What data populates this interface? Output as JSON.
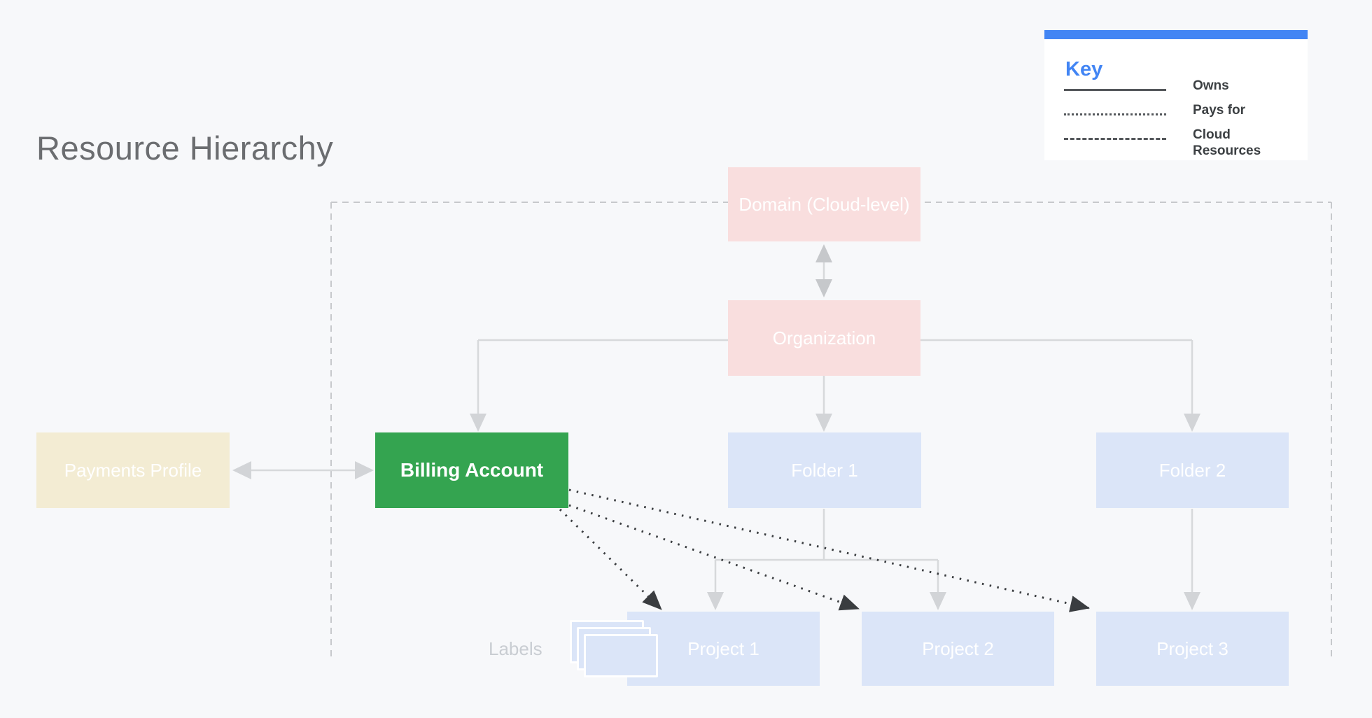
{
  "title": "Resource Hierarchy",
  "key": {
    "title": "Key",
    "items": [
      {
        "style": "solid",
        "label": "Owns"
      },
      {
        "style": "dotted",
        "label": "Pays for"
      },
      {
        "style": "dashed",
        "label": "Cloud Resources"
      }
    ]
  },
  "nodes": {
    "domain": "Domain (Cloud-level)",
    "organization": "Organization",
    "payments_profile": "Payments Profile",
    "billing_account": "Billing Account",
    "folder1": "Folder 1",
    "folder2": "Folder 2",
    "project1": "Project 1",
    "project2": "Project 2",
    "project3": "Project 3"
  },
  "labels_caption": "Labels",
  "colors": {
    "background": "#f7f8fa",
    "accent_blue": "#4285f4",
    "node_pink": "#f9dede",
    "node_cream": "#f3ecd3",
    "node_green": "#34a450",
    "node_blue": "#dbe5f8",
    "connector_gray": "#d7d9db",
    "dashed_boundary_gray": "#c7c9cc",
    "pays_for_black": "#3a3d40",
    "title_gray": "#6b6d70",
    "legend_text": "#3c4043"
  }
}
